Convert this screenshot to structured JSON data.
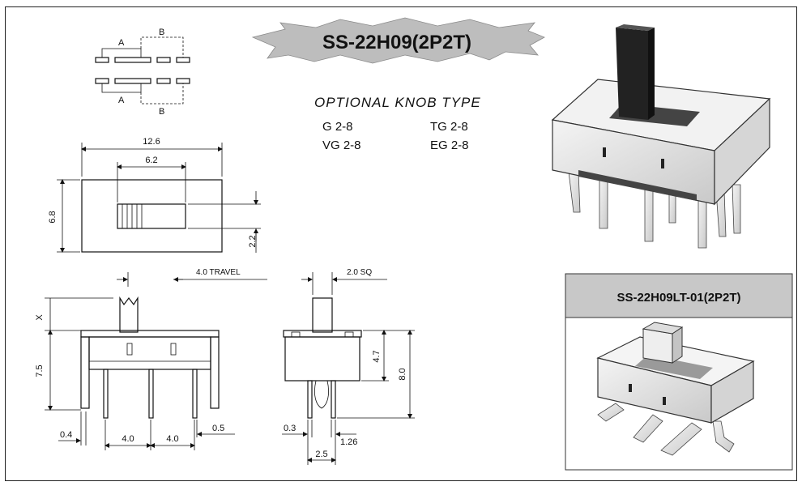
{
  "title": "SS-22H09(2P2T)",
  "knob": {
    "heading": "OPTIONAL  KNOB  TYPE",
    "options": [
      "G  2-8",
      "VG  2-8",
      "TG  2-8",
      "EG  2-8"
    ]
  },
  "schematic": {
    "label_a": "A",
    "label_b": "B"
  },
  "top_view": {
    "width": "12.6",
    "inner_width": "6.2",
    "height": "6.8",
    "offset": "2.2"
  },
  "front_view": {
    "travel": "4.0 TRAVEL",
    "x_label": "X",
    "height": "7.5",
    "pin_offset": "0.4",
    "pitch_1": "4.0",
    "pitch_2": "4.0",
    "pin_width": "0.5"
  },
  "side_view": {
    "knob_size": "2.0 SQ",
    "body_height": "4.7",
    "total_height": "8.0",
    "pin_thickness": "0.3",
    "pin_span": "2.5",
    "pin_spread": "1.26"
  },
  "variant": {
    "title": "SS-22H09LT-01(2P2T)"
  }
}
